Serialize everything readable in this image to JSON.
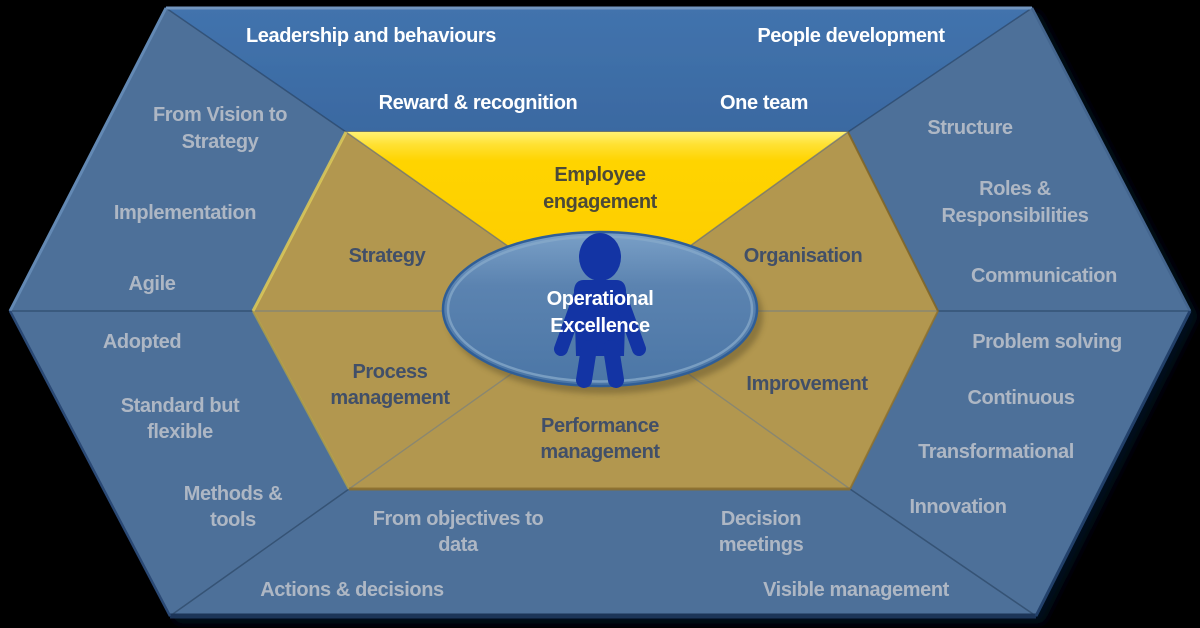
{
  "diagram": {
    "center": {
      "line1": "Operational",
      "line2": "Excellence",
      "icon": "person-icon"
    },
    "inner_hexagon": {
      "employee_engagement": {
        "line1": "Employee",
        "line2": "engagement"
      },
      "strategy": "Strategy",
      "organisation": "Organisation",
      "process_management": {
        "line1": "Process",
        "line2": "management"
      },
      "improvement": "Improvement",
      "performance_management": {
        "line1": "Performance",
        "line2": "management"
      }
    },
    "outer_hexagon": {
      "top": {
        "leadership": "Leadership and behaviours",
        "people_development": "People development",
        "reward": "Reward & recognition",
        "one_team": "One team"
      },
      "left_upper": {
        "vision_line1": "From Vision to",
        "vision_line2": "Strategy",
        "implementation": "Implementation",
        "agile": "Agile"
      },
      "left_lower": {
        "adopted": "Adopted",
        "standard_line1": "Standard but",
        "standard_line2": "flexible",
        "methods_line1": "Methods &",
        "methods_line2": "tools"
      },
      "right_upper": {
        "structure": "Structure",
        "roles_line1": "Roles &",
        "roles_line2": "Responsibilities",
        "communication": "Communication"
      },
      "right_lower": {
        "problem_solving": "Problem solving",
        "continuous": "Continuous",
        "transformational": "Transformational",
        "innovation": "Innovation"
      },
      "bottom": {
        "objectives_line1": "From objectives to",
        "objectives_line2": "data",
        "decision_line1": "Decision",
        "decision_line2": "meetings",
        "actions": "Actions & decisions",
        "visible": "Visible management"
      }
    }
  },
  "colors": {
    "background": "#000000",
    "outer_top_panel": "#3e6da6",
    "outer_side_panel": "#4d7099",
    "gold_panel": "#b2974f",
    "yellow_panel": "#ffd200",
    "ellipse_fill": "#5b83b0",
    "ellipse_rim": "#6d93bc",
    "figure_blue": "#1334a4",
    "white_text": "#ffffff",
    "outer_text": "#aeb7c4",
    "gold_text": "#414f68",
    "yellow_text": "#4c4a38"
  }
}
